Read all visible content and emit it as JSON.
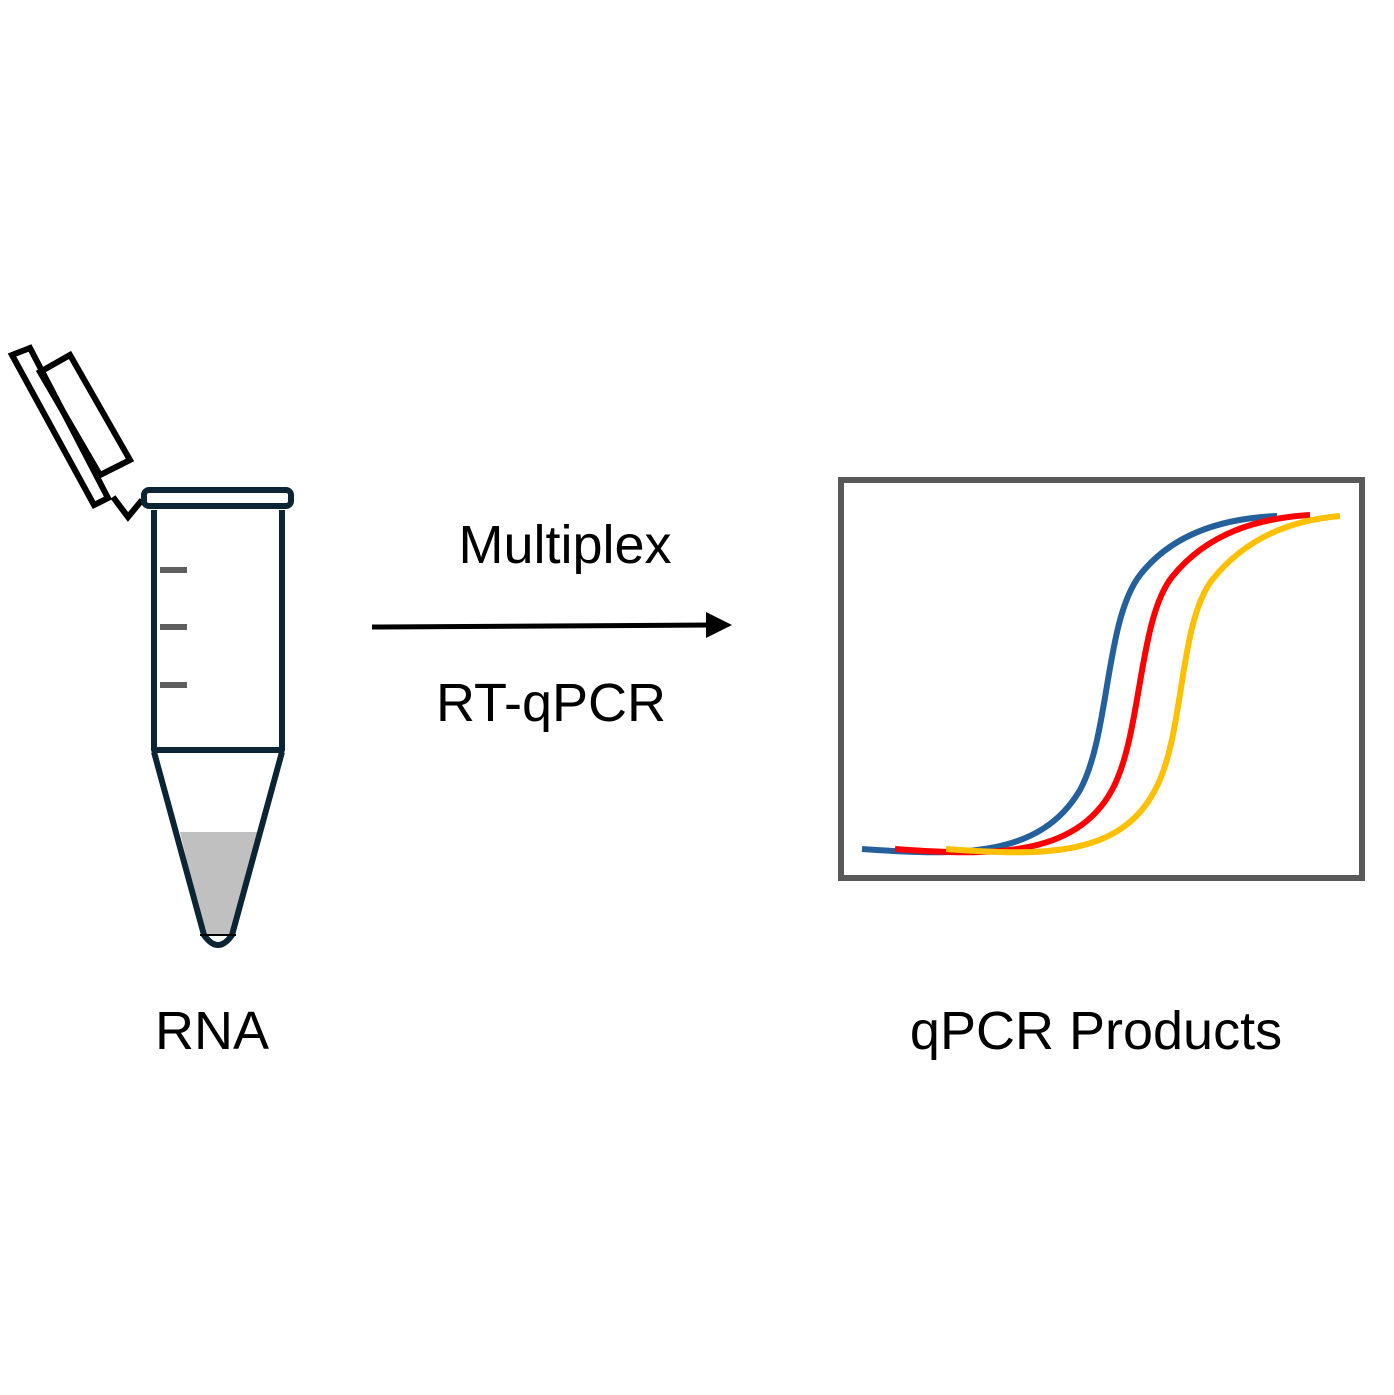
{
  "labels": {
    "step_top": "Multiplex",
    "step_bottom": "RT-qPCR",
    "input": "RNA",
    "output": "qPCR Products"
  },
  "colors": {
    "tube_outline": "#0b2535",
    "tube_liquid": "#c0c0c0",
    "graduation": "#5f5f5f",
    "plot_frame": "#595959",
    "curve_1": "#23609c",
    "curve_2": "#ff0000",
    "curve_3": "#ffc000"
  }
}
